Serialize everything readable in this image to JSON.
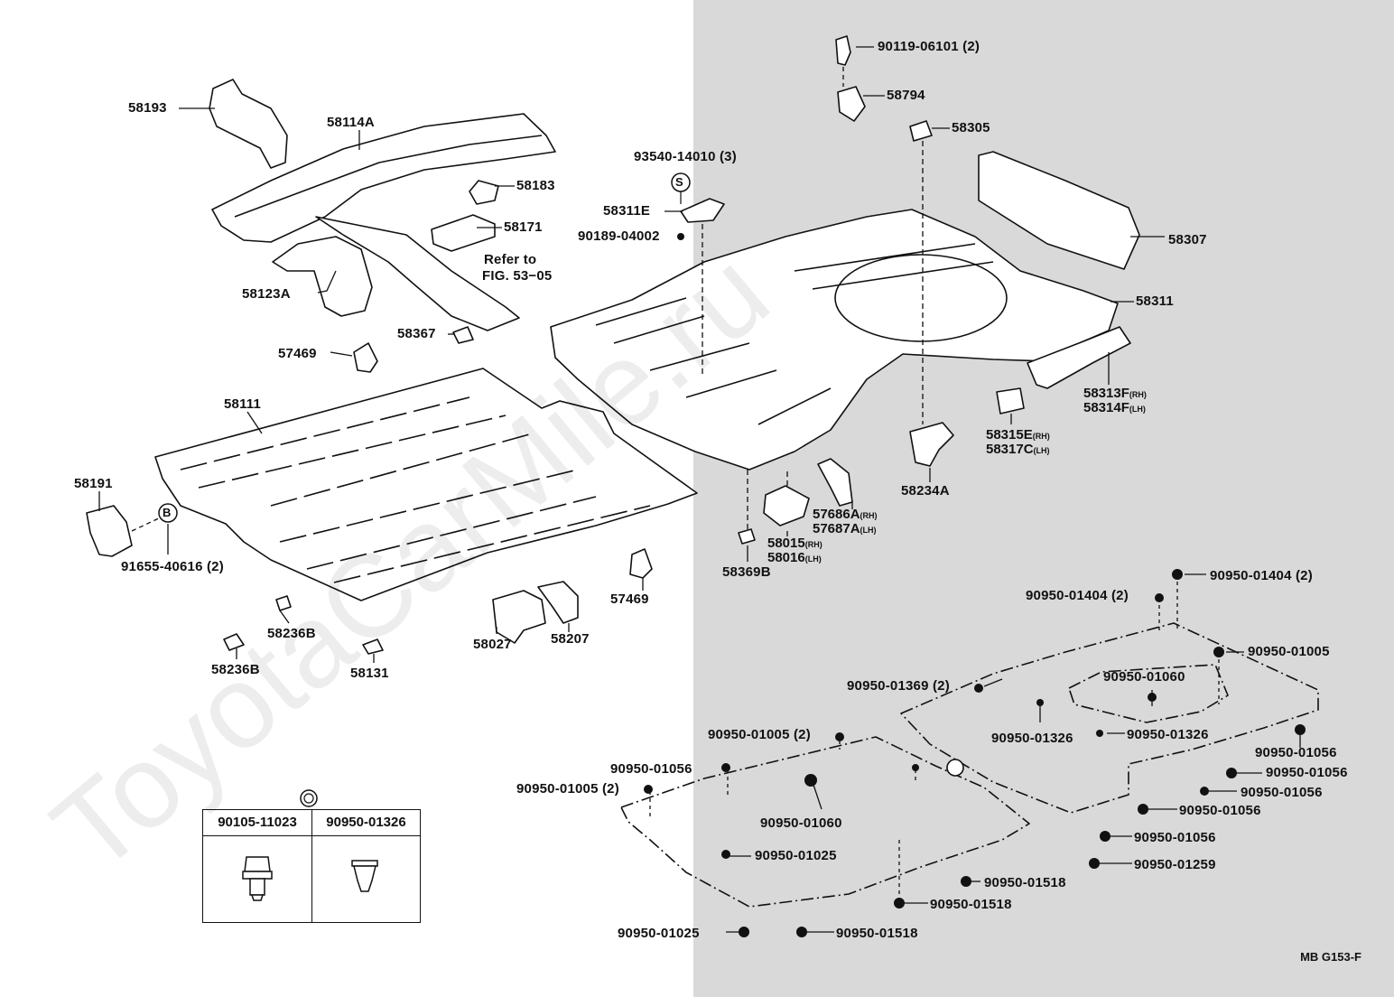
{
  "watermark": "ToyotaCarMile.ru",
  "figure_code": "MB G153-F",
  "refer_note": {
    "line1": "Refer to",
    "line2": "FIG. 53−05"
  },
  "labels": {
    "p58193": "58193",
    "p58114A": "58114A",
    "p58183": "58183",
    "p58171": "58171",
    "p58123A": "58123A",
    "p58367": "58367",
    "p57469a": "57469",
    "p58111": "58111",
    "p58191": "58191",
    "p91655": "91655-40616 (2)",
    "p58236Ba": "58236B",
    "p58236Bb": "58236B",
    "p58131": "58131",
    "p58027": "58027",
    "p58207": "58207",
    "p57469b": "57469",
    "p90119": "90119-06101 (2)",
    "p58794": "58794",
    "p58305": "58305",
    "p93540": "93540-14010 (3)",
    "p58311E": "58311E",
    "p90189": "90189-04002",
    "p58307": "58307",
    "p58311": "58311",
    "p58313F": "58313F",
    "p58313F_sfx": "(RH)",
    "p58314F": "58314F",
    "p58314F_sfx": "(LH)",
    "p58315E": "58315E",
    "p58315E_sfx": "(RH)",
    "p58317C": "58317C",
    "p58317C_sfx": "(LH)",
    "p58234A": "58234A",
    "p57686A": "57686A",
    "p57686A_sfx": "(RH)",
    "p57687A": "57687A",
    "p57687A_sfx": "(LH)",
    "p58015": "58015",
    "p58015_sfx": "(RH)",
    "p58016": "58016",
    "p58016_sfx": "(LH)",
    "p58369B": "58369B",
    "g01404a": "90950-01404 (2)",
    "g01404b": "90950-01404 (2)",
    "g01005a": "90950-01005",
    "g01369": "90950-01369 (2)",
    "g01060a": "90950-01060",
    "g01326a": "90950-01326",
    "g01326b": "90950-01326",
    "g01056a": "90950-01056",
    "g01056b": "90950-01056",
    "g01056c": "90950-01056",
    "g01056d": "90950-01056",
    "g01056e": "90950-01056",
    "g01005b": "90950-01005 (2)",
    "g01056f": "90950-01056",
    "g01005c": "90950-01005 (2)",
    "g01060b": "90950-01060",
    "g01025a": "90950-01025",
    "g01259": "90950-01259",
    "g01518a": "90950-01518",
    "g01518b": "90950-01518",
    "g01518c": "90950-01518",
    "g01025b": "90950-01025"
  },
  "callouts": {
    "s": "S",
    "b": "B"
  },
  "legend": {
    "col1": "90105-11023",
    "col2": "90950-01326"
  }
}
